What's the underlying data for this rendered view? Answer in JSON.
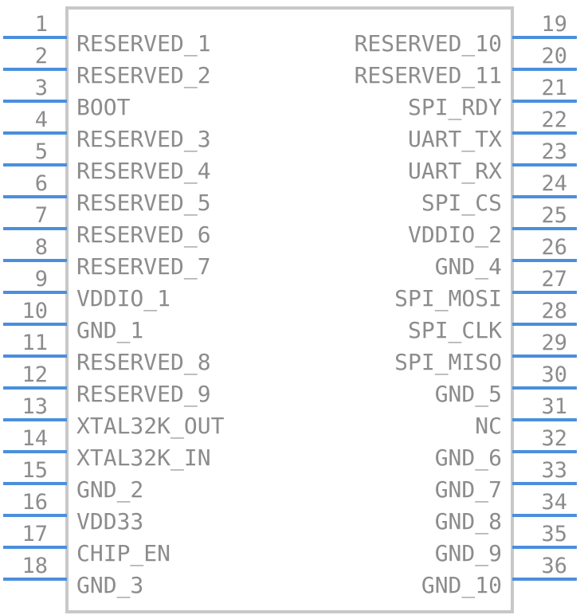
{
  "component": {
    "left_pins": [
      {
        "number": "1",
        "name": "RESERVED_1"
      },
      {
        "number": "2",
        "name": "RESERVED_2"
      },
      {
        "number": "3",
        "name": "BOOT"
      },
      {
        "number": "4",
        "name": "RESERVED_3"
      },
      {
        "number": "5",
        "name": "RESERVED_4"
      },
      {
        "number": "6",
        "name": "RESERVED_5"
      },
      {
        "number": "7",
        "name": "RESERVED_6"
      },
      {
        "number": "8",
        "name": "RESERVED_7"
      },
      {
        "number": "9",
        "name": "VDDIO_1"
      },
      {
        "number": "10",
        "name": "GND_1"
      },
      {
        "number": "11",
        "name": "RESERVED_8"
      },
      {
        "number": "12",
        "name": "RESERVED_9"
      },
      {
        "number": "13",
        "name": "XTAL32K_OUT"
      },
      {
        "number": "14",
        "name": "XTAL32K_IN"
      },
      {
        "number": "15",
        "name": "GND_2"
      },
      {
        "number": "16",
        "name": "VDD33"
      },
      {
        "number": "17",
        "name": "CHIP_EN"
      },
      {
        "number": "18",
        "name": "GND_3"
      }
    ],
    "right_pins": [
      {
        "number": "19",
        "name": "RESERVED_10"
      },
      {
        "number": "20",
        "name": "RESERVED_11"
      },
      {
        "number": "21",
        "name": "SPI_RDY"
      },
      {
        "number": "22",
        "name": "UART_TX"
      },
      {
        "number": "23",
        "name": "UART_RX"
      },
      {
        "number": "24",
        "name": "SPI_CS"
      },
      {
        "number": "25",
        "name": "VDDIO_2"
      },
      {
        "number": "26",
        "name": "GND_4"
      },
      {
        "number": "27",
        "name": "SPI_MOSI"
      },
      {
        "number": "28",
        "name": "SPI_CLK"
      },
      {
        "number": "29",
        "name": "SPI_MISO"
      },
      {
        "number": "30",
        "name": "GND_5"
      },
      {
        "number": "31",
        "name": "NC"
      },
      {
        "number": "32",
        "name": "GND_6"
      },
      {
        "number": "33",
        "name": "GND_7"
      },
      {
        "number": "34",
        "name": "GND_8"
      },
      {
        "number": "35",
        "name": "GND_9"
      },
      {
        "number": "36",
        "name": "GND_10"
      }
    ],
    "colors": {
      "pin_line": "#4a8fdc",
      "body_outline": "#c8c8c8",
      "text": "#8c8c8c"
    }
  }
}
